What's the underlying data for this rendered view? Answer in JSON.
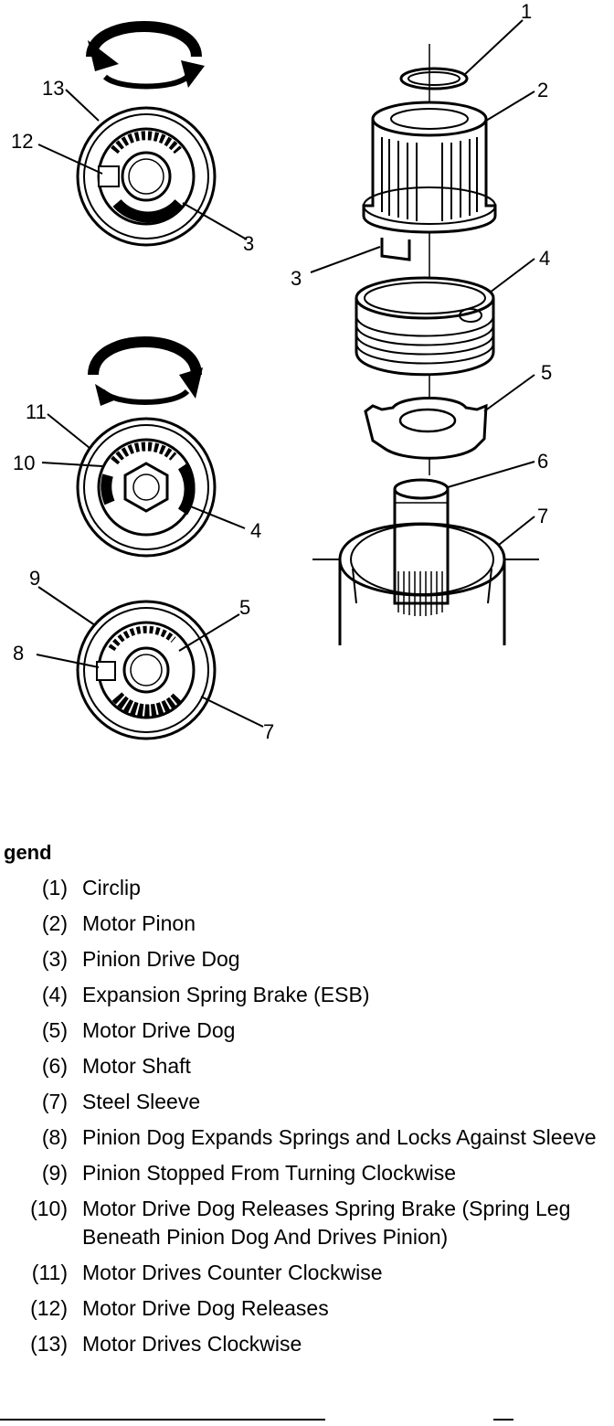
{
  "callouts": {
    "c1": "1",
    "c2": "2",
    "c3_left": "3",
    "c3_right": "3",
    "c4_left": "4",
    "c4_right": "4",
    "c5_left": "5",
    "c5_right": "5",
    "c6": "6",
    "c7_left": "7",
    "c7_right": "7",
    "c8": "8",
    "c9": "9",
    "c10": "10",
    "c11": "11",
    "c12": "12",
    "c13": "13"
  },
  "legend": {
    "title": "gend",
    "items": [
      {
        "num": "(1)",
        "text": "Circlip"
      },
      {
        "num": "(2)",
        "text": "Motor Pinon"
      },
      {
        "num": "(3)",
        "text": "Pinion Drive Dog"
      },
      {
        "num": "(4)",
        "text": "Expansion Spring Brake (ESB)"
      },
      {
        "num": "(5)",
        "text": "Motor Drive Dog"
      },
      {
        "num": "(6)",
        "text": "Motor Shaft"
      },
      {
        "num": "(7)",
        "text": "Steel Sleeve"
      },
      {
        "num": "(8)",
        "text": "Pinion Dog Expands Springs and Locks Against Sleeve"
      },
      {
        "num": "(9)",
        "text": "Pinion Stopped From Turning Clockwise"
      },
      {
        "num": "(10)",
        "text": "Motor Drive Dog Releases Spring Brake (Spring Leg Beneath Pinion Dog And Drives Pinion)"
      },
      {
        "num": "(11)",
        "text": "Motor Drives Counter Clockwise"
      },
      {
        "num": "(12)",
        "text": "Motor Drive Dog Releases"
      },
      {
        "num": "(13)",
        "text": "Motor Drives Clockwise"
      }
    ]
  }
}
